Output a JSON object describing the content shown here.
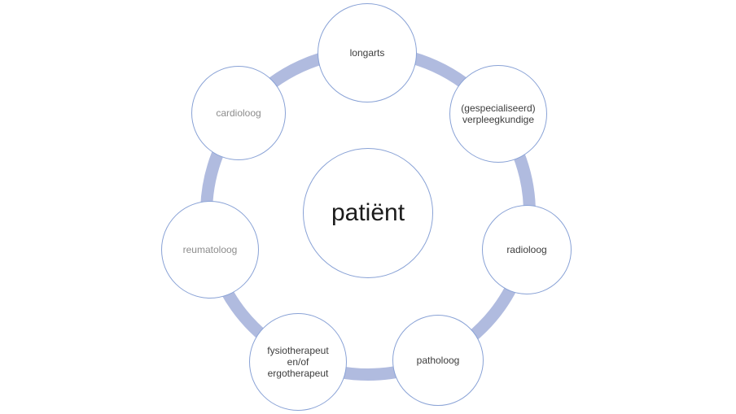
{
  "diagram": {
    "type": "cycle-radial",
    "center": {
      "label": "patiënt"
    },
    "nodes": [
      {
        "id": "longarts",
        "label": "longarts",
        "muted": false
      },
      {
        "id": "verpleegkundige",
        "label": "(gespecialiseerd)\nverpleegkundige",
        "muted": false
      },
      {
        "id": "radioloog",
        "label": "radioloog",
        "muted": false
      },
      {
        "id": "patholoog",
        "label": "patholoog",
        "muted": false
      },
      {
        "id": "fysio-ergo",
        "label": "fysiotherapeut\nen/of\nergotherapeut",
        "muted": false
      },
      {
        "id": "reumatoloog",
        "label": "reumatoloog",
        "muted": true
      },
      {
        "id": "cardioloog",
        "label": "cardioloog",
        "muted": true
      }
    ]
  },
  "colors": {
    "background": "#ffffff",
    "ring": "#b0bbdf",
    "node_border": "#89a2d6",
    "node_fill": "#ffffff",
    "label_dark": "#3d3d3d",
    "label_muted": "#8c8c8c",
    "center_text": "#1c1c1c"
  }
}
